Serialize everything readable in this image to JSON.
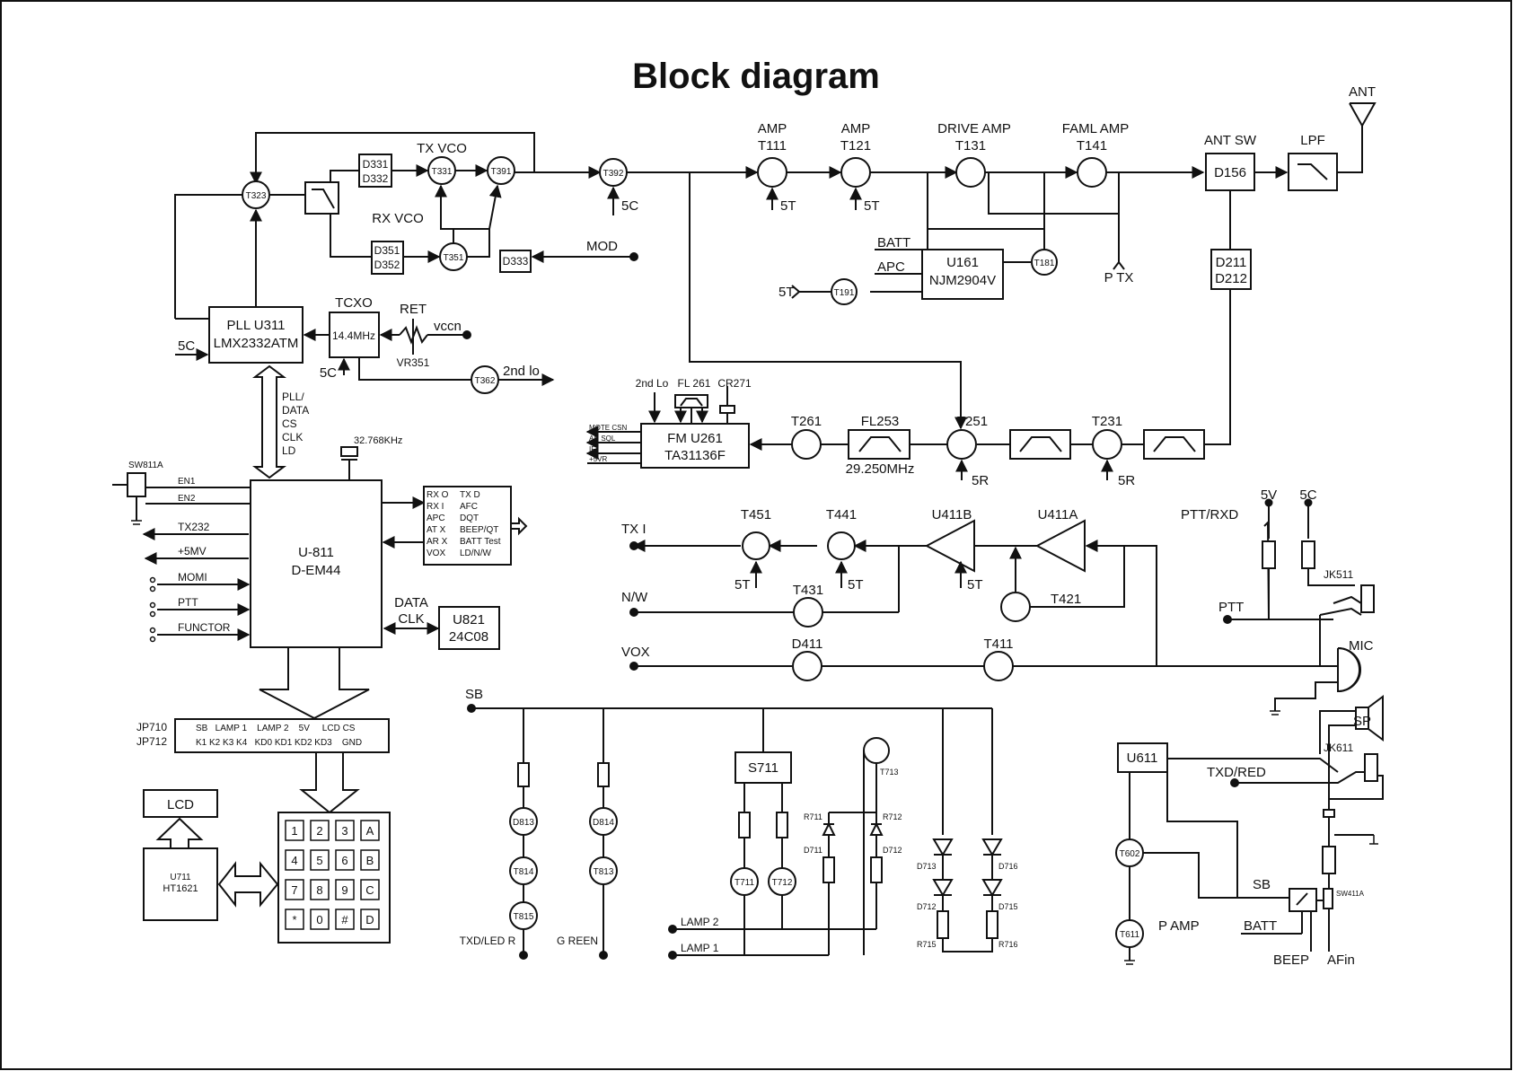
{
  "title": "Block diagram",
  "antenna_path": {
    "ant": "ANT",
    "lpf": "LPF",
    "ant_sw_title": "ANT SW",
    "ant_sw": "D156",
    "d211_a": "D211",
    "d211_b": "D212"
  },
  "tx_chain": {
    "amp1_title": "AMP",
    "amp1": "T111",
    "amp2_title": "AMP",
    "amp2": "T121",
    "drive_title": "DRIVE AMP",
    "drive": "T131",
    "final_title": "FAML  AMP",
    "final": "T141",
    "bias_5t": "5T",
    "bias_5c": "5C",
    "t392": "T392",
    "u161_a": "U161",
    "u161_b": "NJM2904V",
    "batt": "BATT",
    "apc": "APC",
    "t181": "T181",
    "t191": "T191",
    "p_tx": "P TX"
  },
  "vco": {
    "t323": "T323",
    "tx_vco": "TX VCO",
    "rx_vco": "RX VCO",
    "t331": "T331",
    "t391": "T391",
    "t351": "T351",
    "d331_a": "D331",
    "d331_b": "D332",
    "d351_a": "D351",
    "d351_b": "D352",
    "d333": "D333",
    "mod": "MOD"
  },
  "pll": {
    "pll_a": "PLL U311",
    "pll_b": "LMX2332ATM",
    "in_5c": "5C",
    "tcxo_title": "TCXO",
    "tcxo": "14.4MHz",
    "ret": "RET",
    "vccn": "vccn",
    "vr351": "VR351",
    "t362": "T362",
    "second_lo": "2nd lo",
    "bus_lines": [
      "PLL/",
      "DATA",
      "CS",
      "CLK",
      "LD"
    ]
  },
  "rx_chain": {
    "fm_a": "FM U261",
    "fm_b": "TA31136F",
    "fm_outputs": [
      "MOTE CSN",
      "AN SQL",
      "IF",
      "+5VR"
    ],
    "second_lo_in": "2nd Lo",
    "fl261": "FL 261",
    "cr271": "CR271",
    "t261": "T261",
    "fl253": "FL253",
    "fl253_freq": "29.250MHz",
    "t251": "T251",
    "t231": "T231",
    "bias_5r": "5R"
  },
  "mcu": {
    "crystal": "32.768KHz",
    "u811_a": "U-811",
    "u811_b": "D-EM44",
    "sw811a": "SW811A",
    "en1": "EN1",
    "en2": "EN2",
    "tx232": "TX232",
    "p5mv": "+5MV",
    "momi": "MOMI",
    "ptt": "PTT",
    "functor": "FUNCTOR",
    "signals_left": [
      "RX O",
      "RX I",
      "APC",
      "AT X",
      "AR X",
      "VOX"
    ],
    "signals_right": [
      "TX D",
      "AFC",
      "DQT",
      "BEEP/QT",
      "BATT Test",
      "LD/N/W"
    ],
    "data": "DATA",
    "clk": "CLK",
    "u821_a": "U821",
    "u821_b": "24C08"
  },
  "display": {
    "jp710": "JP710",
    "jp712": "JP712",
    "conn_top": "SB   LAMP 1    LAMP 2    5V     LCD CS",
    "conn_bottom": "K1 K2 K3 K4   KD0 KD1 KD2 KD3    GND",
    "lcd": "LCD",
    "u711_a": "U711",
    "u711_b": "HT1621",
    "keys": [
      "1",
      "2",
      "3",
      "A",
      "4",
      "5",
      "6",
      "B",
      "7",
      "8",
      "9",
      "C",
      "*",
      "0",
      "#",
      "D"
    ]
  },
  "audio": {
    "tx_i": "TX I",
    "nw": "N/W",
    "vox": "VOX",
    "t451": "T451",
    "t441": "T441",
    "u411b": "U411B",
    "u411a": "U411A",
    "t431": "T431",
    "t421": "T421",
    "d411": "D411",
    "t411": "T411",
    "bias_5t": "5T"
  },
  "mic_section": {
    "ptt_rxd": "PTT/RXD",
    "v5": "5V",
    "v5c": "5C",
    "jk511": "JK511",
    "ptt": "PTT",
    "mic": "MIC",
    "sp": "SP",
    "jk611": "JK611",
    "u611": "U611",
    "txd_red": "TXD/RED",
    "t602": "T602",
    "t611": "T611",
    "p_amp": "P AMP",
    "sb": "SB",
    "batt": "BATT",
    "sw411a": "SW411A",
    "beep": "BEEP",
    "afin": "AFin"
  },
  "lamp": {
    "sb": "SB",
    "d813": "D813",
    "t814": "T814",
    "t815": "T815",
    "txd_led": "TXD/LED R",
    "d814": "D814",
    "t813": "T813",
    "green": "G REEN",
    "s711": "S711",
    "t711": "T711",
    "t712": "T712",
    "lamp2": "LAMP 2",
    "lamp1": "LAMP 1",
    "r711": "R711",
    "r712": "R712",
    "d711": "D711",
    "d712": "D712",
    "t713": "T713",
    "d713": "D713",
    "d712b": "D712",
    "d716": "D716",
    "d715": "D715",
    "r715": "R715",
    "r716": "R716"
  }
}
